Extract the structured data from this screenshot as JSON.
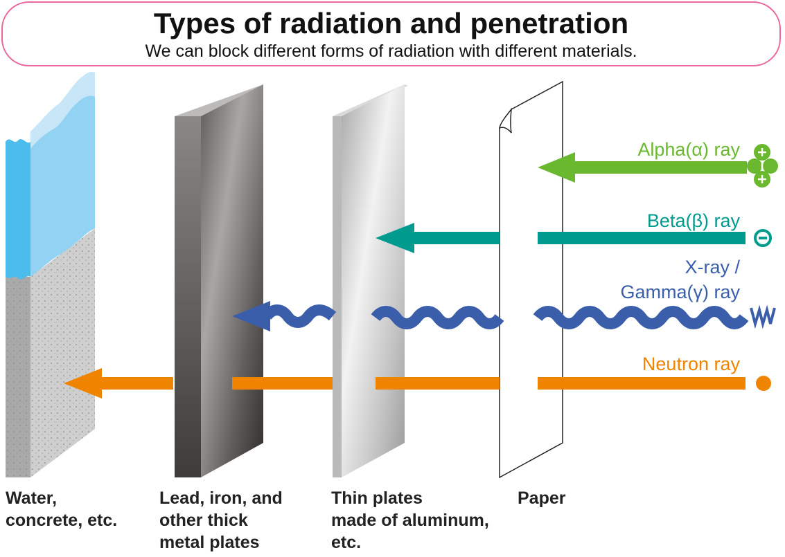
{
  "header": {
    "title": "Types of radiation and penetration",
    "subtitle": "We can block different forms of radiation with different materials."
  },
  "materials": [
    {
      "label": "Water,\nconcrete, etc."
    },
    {
      "label": "Lead, iron, and\nother thick\nmetal plates"
    },
    {
      "label": "Thin plates\nmade of aluminum,\netc."
    },
    {
      "label": "Paper"
    }
  ],
  "rays": {
    "alpha": {
      "label": "Alpha(α) ray",
      "color": "#6ab82e",
      "icon": "alpha-particle-icon"
    },
    "beta": {
      "label": "Beta(β) ray",
      "color": "#009b8f",
      "icon": "electron-icon"
    },
    "gamma": {
      "label_line1": "X-ray /",
      "label_line2": "Gamma(γ) ray",
      "color": "#3b5eab",
      "icon": "wave-icon"
    },
    "neutron": {
      "label": "Neutron ray",
      "color": "#ee8400",
      "icon": "neutron-icon"
    }
  },
  "colors": {
    "water": "#8ed2f3",
    "water_front": "#4bbcec",
    "concrete": "#c9c9c9",
    "header_border": "#e9679e"
  }
}
